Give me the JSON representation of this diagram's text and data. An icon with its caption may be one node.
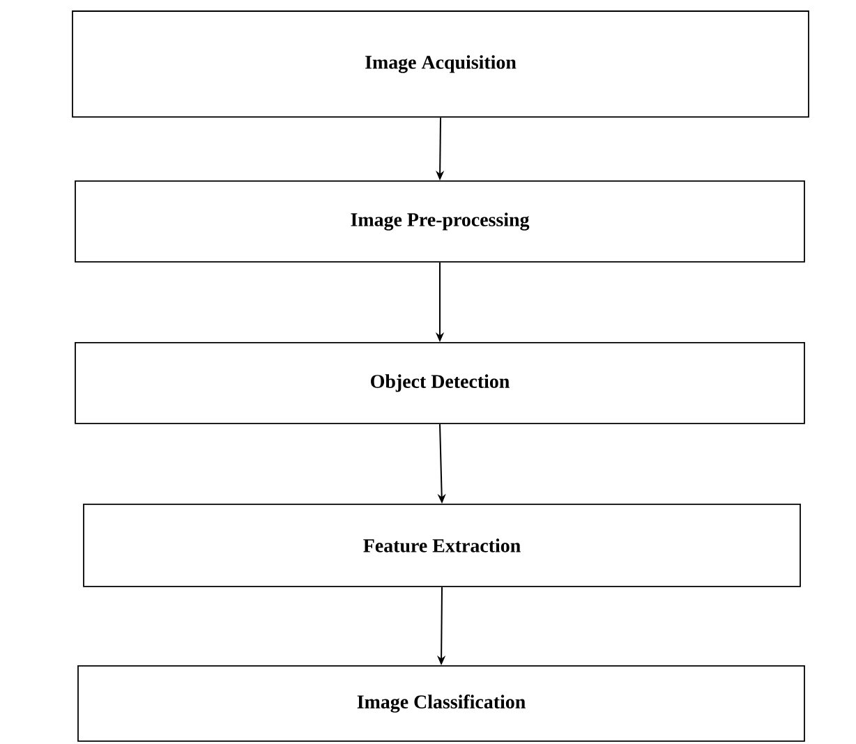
{
  "diagram": {
    "nodes": [
      {
        "text": [
          "Image Acquisition"
        ]
      },
      {
        "text": [
          "Image Pre-processing"
        ]
      },
      {
        "text": [
          "Object Detection"
        ]
      },
      {
        "text": [
          "Feature Extraction"
        ]
      },
      {
        "text": [
          "Image Classification"
        ]
      }
    ],
    "edges": [
      {
        "from": 0,
        "to": 1,
        "arrow": "to"
      },
      {
        "from": 1,
        "to": 2,
        "arrow": "to"
      },
      {
        "from": 2,
        "to": 3,
        "arrow": "to"
      },
      {
        "from": 3,
        "to": 4,
        "arrow": "to"
      }
    ]
  }
}
